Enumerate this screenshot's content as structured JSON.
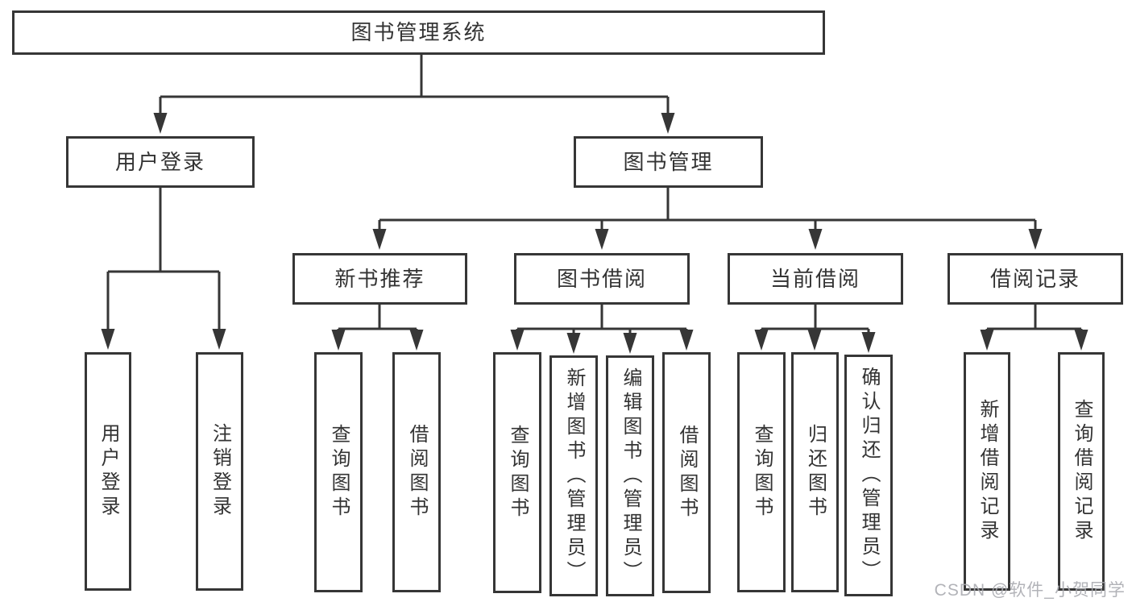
{
  "diagram_type": "hierarchy-tree",
  "colors": {
    "line": "#363636",
    "border": "#363636",
    "text": "#333333",
    "background": "#ffffff",
    "watermark": "#a8a9af"
  },
  "watermark": "CSDN @软件_小贺同学",
  "tree": {
    "root": {
      "label": "图书管理系统",
      "children": [
        {
          "label": "用户登录",
          "children": [
            {
              "label": "用户登录"
            },
            {
              "label": "注销登录"
            }
          ]
        },
        {
          "label": "图书管理",
          "children": [
            {
              "label": "新书推荐",
              "children": [
                {
                  "label": "查询图书"
                },
                {
                  "label": "借阅图书"
                }
              ]
            },
            {
              "label": "图书借阅",
              "children": [
                {
                  "label": "查询图书"
                },
                {
                  "label": "新增图书（管理员）"
                },
                {
                  "label": "编辑图书（管理员）"
                },
                {
                  "label": "借阅图书"
                }
              ]
            },
            {
              "label": "当前借阅",
              "children": [
                {
                  "label": "查询图书"
                },
                {
                  "label": "归还图书"
                },
                {
                  "label": "确认归还（管理员）"
                }
              ]
            },
            {
              "label": "借阅记录",
              "children": [
                {
                  "label": "新增借阅记录"
                },
                {
                  "label": "查询借阅记录"
                }
              ]
            }
          ]
        }
      ]
    }
  }
}
